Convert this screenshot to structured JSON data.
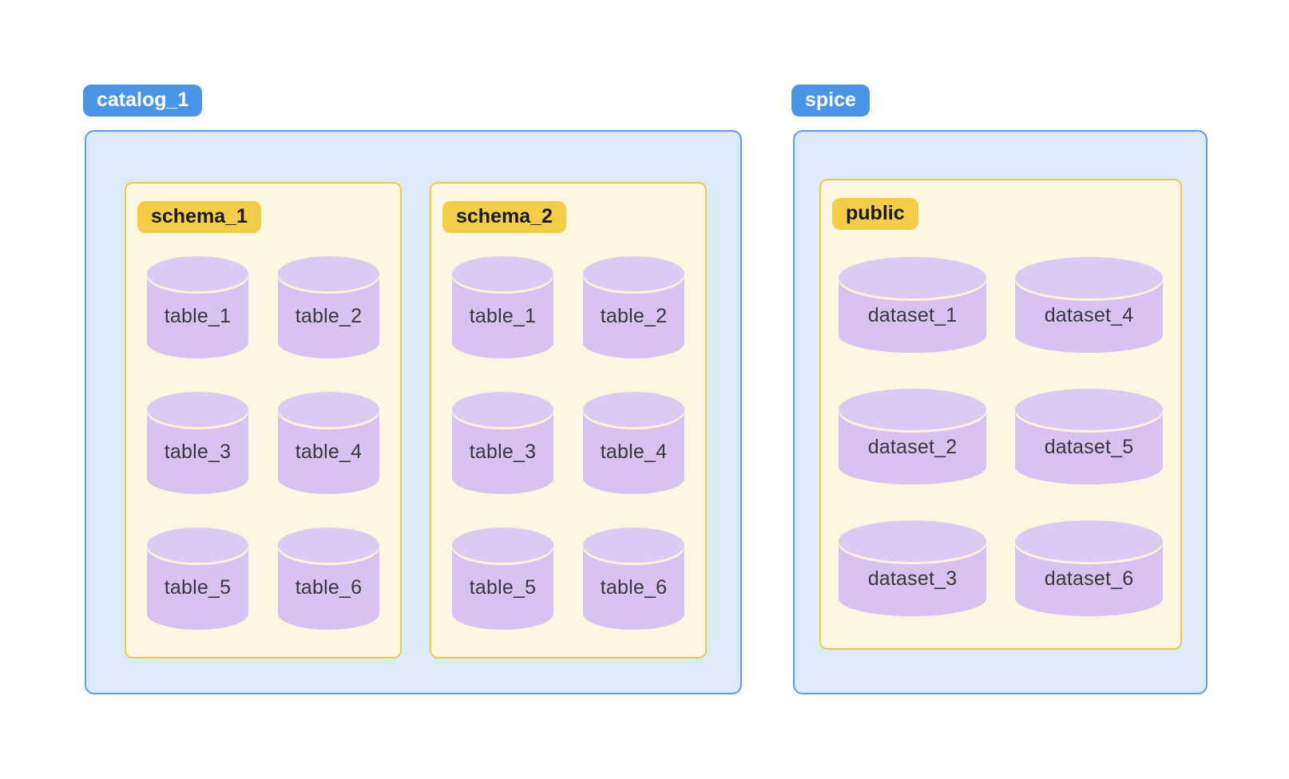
{
  "colors": {
    "tag_blue_bg": "#4A95E8",
    "tag_blue_text": "#FFFFFF",
    "tag_yellow_bg": "#F3CD46",
    "tag_yellow_text": "#17191F",
    "catalog_box_bg": "#DCEAFB",
    "catalog_box_border": "#5C9DEA",
    "schema_box_bg": "#FDF7E2",
    "schema_box_border": "#EDC94B",
    "cylinder_body": "#D7C2F0",
    "cylinder_top": "#DCCAF3",
    "cylinder_rim_line": "#FBF3DC",
    "cylinder_label_text": "#35393F",
    "page_bg": "#FFFFFF"
  },
  "catalogs": [
    {
      "label": "catalog_1",
      "schemas": [
        {
          "label": "schema_1",
          "items": [
            "table_1",
            "table_2",
            "table_3",
            "table_4",
            "table_5",
            "table_6"
          ]
        },
        {
          "label": "schema_2",
          "items": [
            "table_1",
            "table_2",
            "table_3",
            "table_4",
            "table_5",
            "table_6"
          ]
        }
      ]
    },
    {
      "label": "spice",
      "schemas": [
        {
          "label": "public",
          "items": [
            "dataset_1",
            "dataset_4",
            "dataset_2",
            "dataset_5",
            "dataset_3",
            "dataset_6"
          ]
        }
      ]
    }
  ]
}
